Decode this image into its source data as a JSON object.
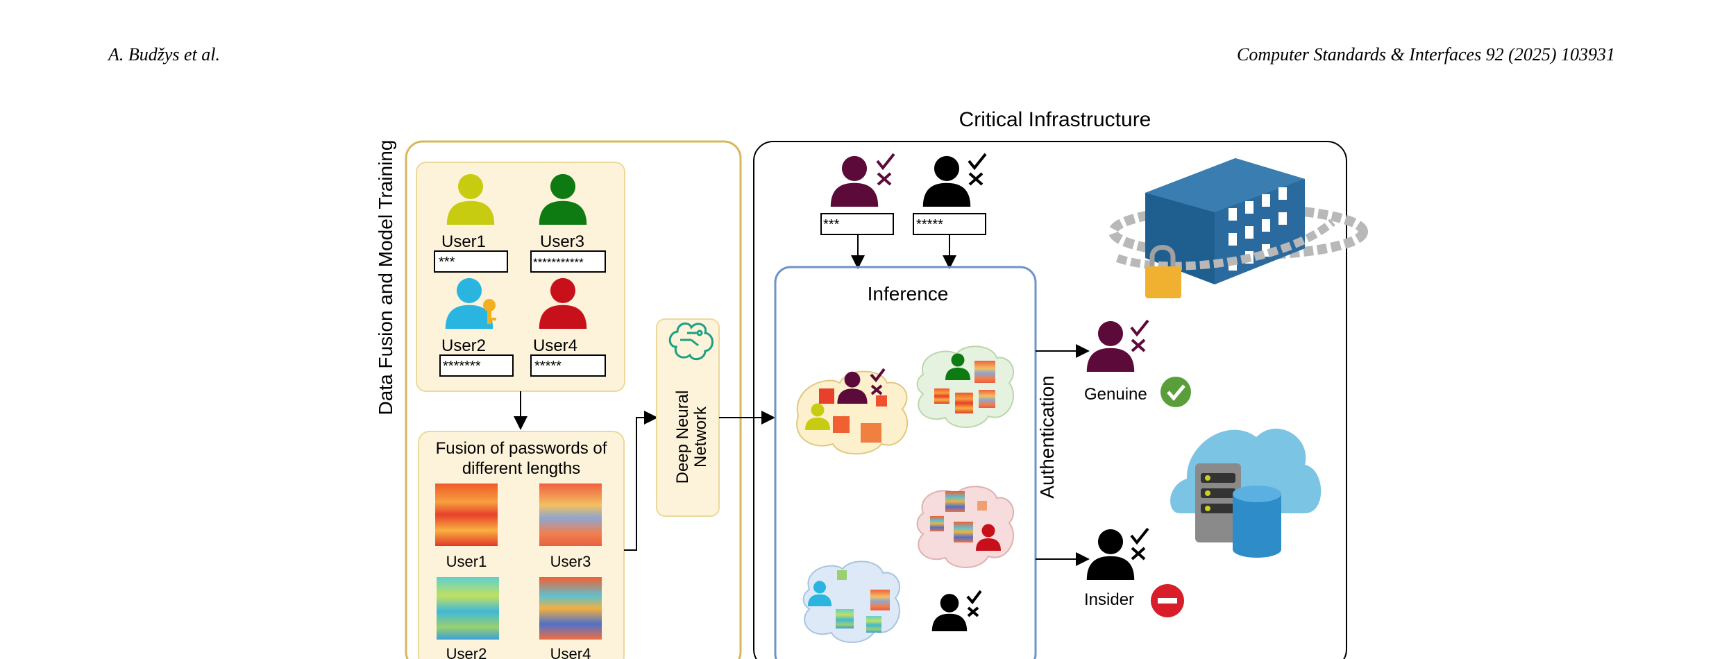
{
  "page_header": {
    "authors": "A. Budžys et al.",
    "journal": "Computer Standards & Interfaces 92 (2025) 103931"
  },
  "figure": {
    "title": "Critical Infrastructure",
    "left_panel_label": "Data Fusion and Model Training",
    "users": [
      {
        "name": "User1",
        "password": "***",
        "color": "#c8cc10"
      },
      {
        "name": "User3",
        "password": "***********",
        "color": "#0e7a12"
      },
      {
        "name": "User2",
        "password": "*******",
        "color": "#29b5e0"
      },
      {
        "name": "User4",
        "password": "*****",
        "color": "#c8101a"
      }
    ],
    "fusion": {
      "label_line1": "Fusion of passwords of",
      "label_line2": "different lengths",
      "images": [
        "User1",
        "User3",
        "User2",
        "User4"
      ]
    },
    "dnn": {
      "line1": "Deep Neural",
      "line2": "Network"
    },
    "inputs": [
      {
        "password": "***",
        "color": "#5c0a3a"
      },
      {
        "password": "*****",
        "color": "#000000"
      }
    ],
    "inference_label": "Inference",
    "authentication_label": "Authentication",
    "outcomes": [
      {
        "label": "Genuine",
        "color": "#5c0a3a",
        "status_color": "#5a9e3c"
      },
      {
        "label": "Insider",
        "color": "#000000",
        "status_color": "#d81e2a"
      }
    ],
    "colors": {
      "left_border": "#d6b85a",
      "user_box_fill": "#fdf3da",
      "inference_border": "#6f93c8",
      "building": "#1f5f8f",
      "cloud": "#7cc4e4"
    }
  }
}
